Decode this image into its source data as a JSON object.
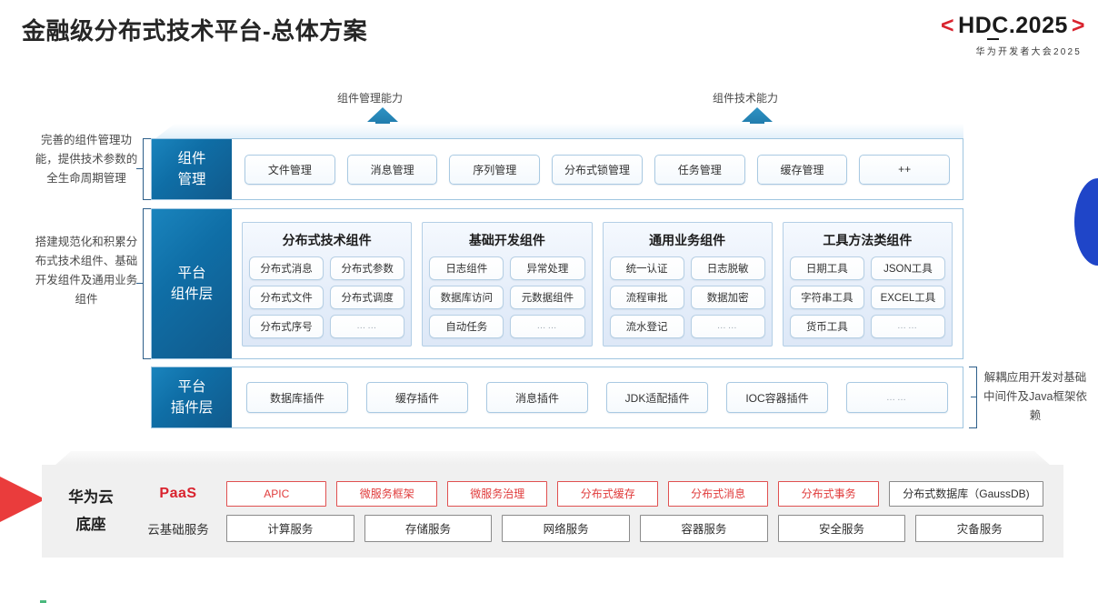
{
  "header": {
    "title": "金融级分布式技术平台-总体方案",
    "logo_bracket_left": "<",
    "logo_text": "HDC.2025",
    "logo_bracket_right": ">",
    "logo_sub": "华为开发者大会2025",
    "brand_red": "#d9232e"
  },
  "arrows": [
    {
      "label": "组件管理能力",
      "color": "#1b7fb5"
    },
    {
      "label": "组件技术能力",
      "color": "#1b7fb5"
    }
  ],
  "side_notes": {
    "left": [
      "完善的组件管理功能，提供技术参数的全生命周期管理",
      "搭建规范化和积累分布式技术组件、基础开发组件及通用业务组件"
    ],
    "right": [
      "解耦应用开发对基础中间件及Java框架依赖"
    ]
  },
  "layers": [
    {
      "title_line1": "组件",
      "title_line2": "管理",
      "items": [
        "文件管理",
        "消息管理",
        "序列管理",
        "分布式锁管理",
        "任务管理",
        "缓存管理",
        "++"
      ]
    },
    {
      "title_line1": "平台",
      "title_line2": "组件层",
      "groups": [
        {
          "title": "分布式技术组件",
          "cells": [
            "分布式消息",
            "分布式参数",
            "分布式文件",
            "分布式调度",
            "分布式序号",
            "……"
          ]
        },
        {
          "title": "基础开发组件",
          "cells": [
            "日志组件",
            "异常处理",
            "数据库访问",
            "元数据组件",
            "自动任务",
            "……"
          ]
        },
        {
          "title": "通用业务组件",
          "cells": [
            "统一认证",
            "日志脱敏",
            "流程审批",
            "数据加密",
            "流水登记",
            "……"
          ]
        },
        {
          "title": "工具方法类组件",
          "cells": [
            "日期工具",
            "JSON工具",
            "字符串工具",
            "EXCEL工具",
            "货币工具",
            "……"
          ]
        }
      ]
    },
    {
      "title_line1": "平台",
      "title_line2": "插件层",
      "items": [
        "数据库插件",
        "缓存插件",
        "消息插件",
        "JDK适配插件",
        "IOC容器插件",
        "……"
      ]
    }
  ],
  "base": {
    "label_line1": "华为云",
    "label_line2": "底座",
    "rows": [
      {
        "label": "PaaS",
        "style": "paas",
        "items": [
          {
            "text": "APIC",
            "variant": "red"
          },
          {
            "text": "微服务框架",
            "variant": "red"
          },
          {
            "text": "微服务治理",
            "variant": "red"
          },
          {
            "text": "分布式缓存",
            "variant": "red"
          },
          {
            "text": "分布式消息",
            "variant": "red"
          },
          {
            "text": "分布式事务",
            "variant": "red"
          },
          {
            "text": "分布式数据库（GaussDB)",
            "variant": "neutral-wide"
          }
        ]
      },
      {
        "label": "云基础服务",
        "style": "normal",
        "items": [
          {
            "text": "计算服务",
            "variant": "gray"
          },
          {
            "text": "存储服务",
            "variant": "gray"
          },
          {
            "text": "网络服务",
            "variant": "gray"
          },
          {
            "text": "容器服务",
            "variant": "gray"
          },
          {
            "text": "安全服务",
            "variant": "gray"
          },
          {
            "text": "灾备服务",
            "variant": "gray"
          }
        ]
      }
    ]
  }
}
